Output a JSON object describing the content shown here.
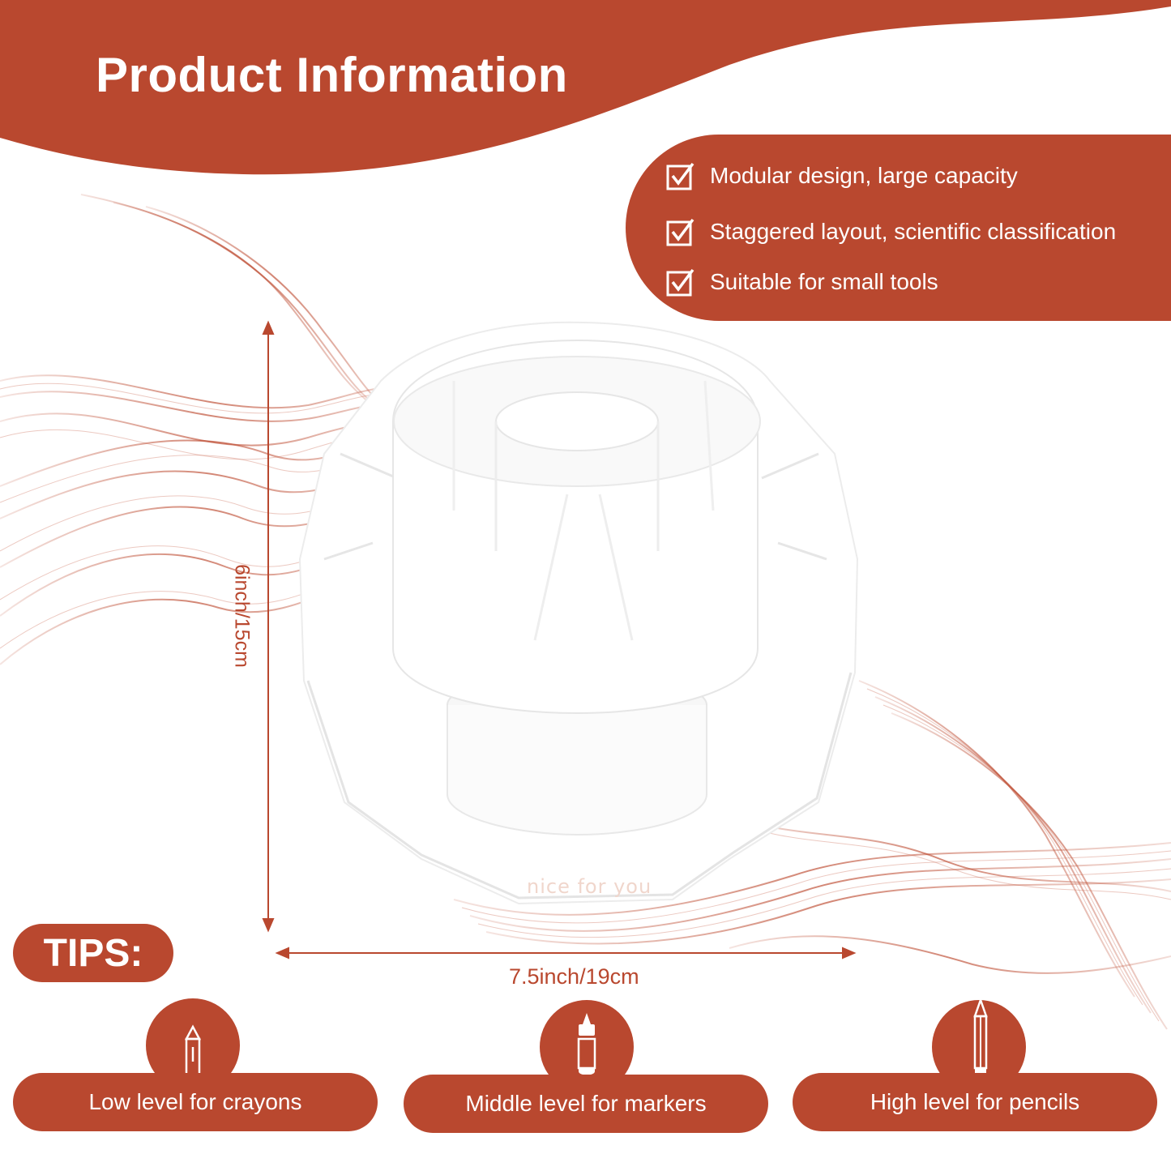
{
  "header": {
    "title": "Product Information"
  },
  "features": [
    "Modular design, large capacity",
    "Staggered layout, scientific classification",
    "Suitable for small tools"
  ],
  "product": {
    "brand_text": "nice for you",
    "height_label": "6inch/15cm",
    "width_label": "7.5inch/19cm"
  },
  "tips": {
    "heading": "TIPS:",
    "items": [
      {
        "label": "Low level for crayons",
        "icon": "crayon-icon"
      },
      {
        "label": "Middle level for markers",
        "icon": "marker-icon"
      },
      {
        "label": "High level for pencils",
        "icon": "pencil-icon"
      }
    ]
  },
  "colors": {
    "accent": "#b9482f",
    "background": "#ffffff",
    "text_on_accent": "#ffffff"
  }
}
